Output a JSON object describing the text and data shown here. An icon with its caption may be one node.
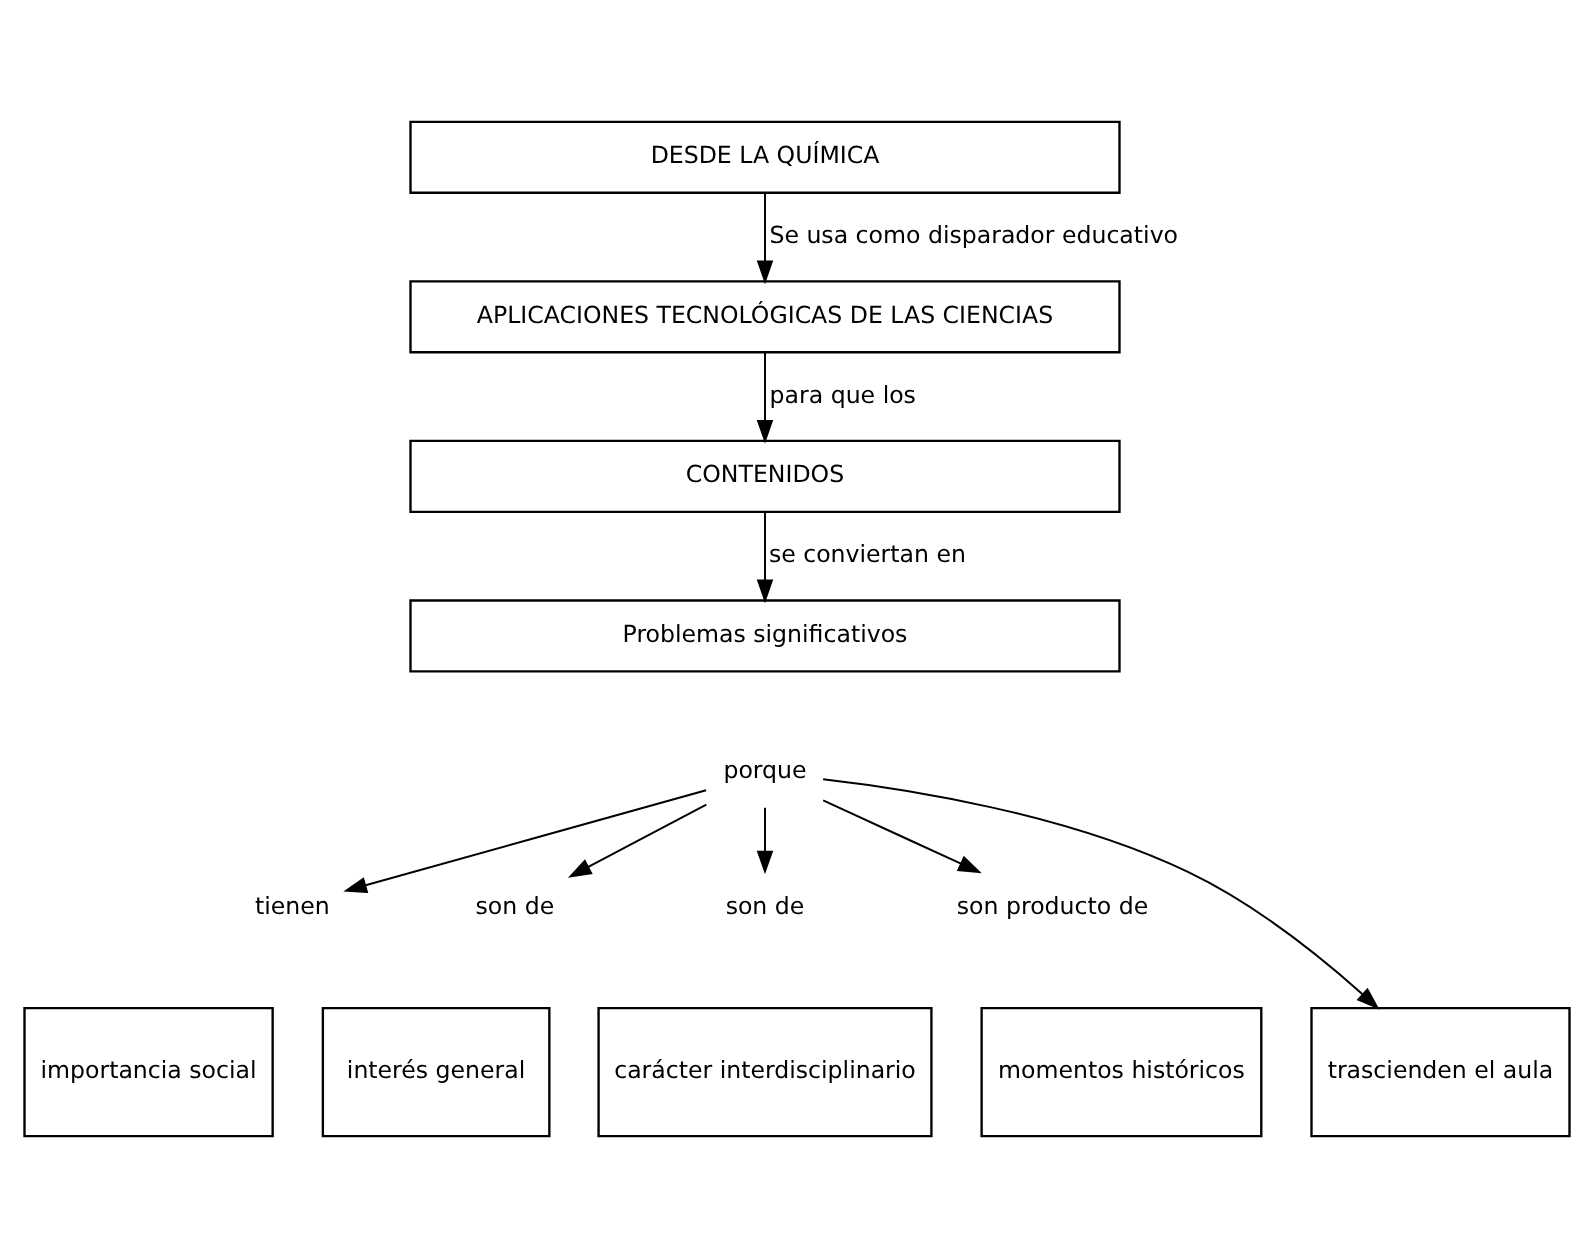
{
  "diagram": {
    "nodes": [
      {
        "text": [
          "DESDE LA QUÍMICA"
        ]
      },
      {
        "text": [
          "APLICACIONES TECNOLÓGICAS DE LAS CIENCIAS"
        ]
      },
      {
        "text": [
          "CONTENIDOS"
        ]
      },
      {
        "text": [
          "Problemas significativos"
        ]
      },
      {
        "text": [
          "porque"
        ]
      },
      {
        "text": [
          "tienen"
        ]
      },
      {
        "text": [
          "son de"
        ]
      },
      {
        "text": [
          "son de"
        ]
      },
      {
        "text": [
          "son producto de"
        ]
      },
      {
        "text": [
          "importancia social"
        ]
      },
      {
        "text": [
          "interés general"
        ]
      },
      {
        "text": [
          "carácter interdisciplinario"
        ]
      },
      {
        "text": [
          "momentos históricos"
        ]
      },
      {
        "text": [
          "trascienden el aula"
        ]
      }
    ],
    "edges": [
      {
        "from": 0,
        "to": 1,
        "arrow": "to",
        "label": "Se usa como disparador educativo"
      },
      {
        "from": 1,
        "to": 2,
        "arrow": "to",
        "label": "para que los"
      },
      {
        "from": 2,
        "to": 3,
        "arrow": "to",
        "label": "se conviertan en"
      },
      {
        "from": 4,
        "to": 5,
        "arrow": "to"
      },
      {
        "from": 4,
        "to": 6,
        "arrow": "to"
      },
      {
        "from": 4,
        "to": 7,
        "arrow": "to"
      },
      {
        "from": 4,
        "to": 8,
        "arrow": "to"
      },
      {
        "from": 4,
        "to": 13,
        "arrow": "to"
      }
    ]
  }
}
